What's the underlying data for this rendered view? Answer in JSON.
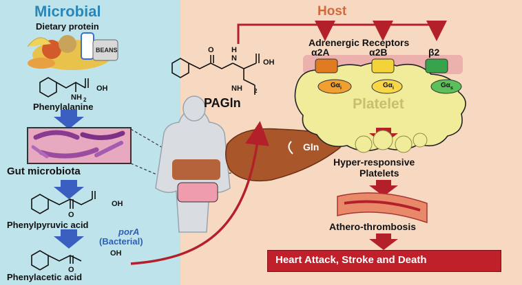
{
  "left_panel": {
    "title": "Microbial",
    "dietary_protein": "Dietary protein",
    "phenylalanine": "Phenylalanine",
    "gut_microbiota": "Gut microbiota",
    "phenylpyruvic_acid": "Phenylpyruvic acid",
    "por_a": "porA",
    "bacterial": "(Bacterial)",
    "phenylacetic_acid": "Phenylacetic acid",
    "beans_label": "BEANS",
    "chem": {
      "oh": "OH",
      "nh2": "NH",
      "nh2_sub": "2",
      "o": "O",
      "oh2": "OH"
    }
  },
  "right_panel": {
    "title": "Host",
    "adrenergic_receptors": "Adrenergic Receptors",
    "receptors": [
      "α2A",
      "α2B",
      "β2"
    ],
    "g_proteins": [
      "Gα",
      "Gα",
      "Gα"
    ],
    "g_subs": [
      "i",
      "i",
      "s"
    ],
    "platelet": "Platelet",
    "pagln": "PAGln",
    "gln": "Gln",
    "hyper_responsive": "Hyper-responsive",
    "platelets": "Platelets",
    "athero": "Athero-thrombosis",
    "outcome": "Heart Attack, Stroke and Death",
    "chem": {
      "h": "H",
      "n": "N",
      "o": "O",
      "oh": "OH",
      "nh2": "NH",
      "nh2_sub": "2"
    }
  },
  "colors": {
    "left_bg": "#bfe3ea",
    "right_bg": "#f7d9c2",
    "title_left": "#2b86b8",
    "title_right": "#d06a3c",
    "arrow_blue": "#3a5fc0",
    "arrow_red": "#b3202a",
    "platelet_fill": "#f1ec9a",
    "outcome_box": "#c0202a"
  }
}
